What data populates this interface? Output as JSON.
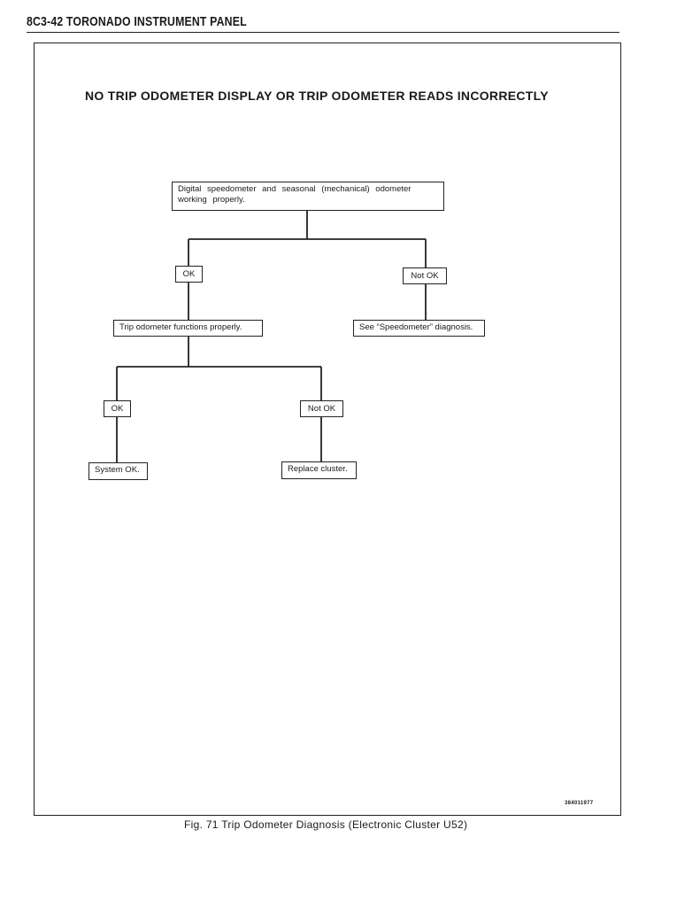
{
  "header": {
    "section_title": "8C3-42  TORONADO INSTRUMENT PANEL"
  },
  "chart": {
    "title": "NO TRIP ODOMETER DISPLAY OR TRIP ODOMETER READS INCORRECTLY",
    "nodes": {
      "start": "Digital speedometer and seasonal (mechanical) odometer working properly.",
      "ok_1": "OK",
      "not_ok_1": "Not OK",
      "trip_check": "Trip odometer functions properly.",
      "see_speedometer": "See “Speedometer” diagnosis.",
      "ok_2": "OK",
      "not_ok_2": "Not OK",
      "system_ok": "System OK.",
      "replace_cluster": "Replace cluster."
    }
  },
  "drawing_number": "384011977",
  "caption": "Fig. 71 Trip Odometer Diagnosis (Electronic Cluster U52)"
}
